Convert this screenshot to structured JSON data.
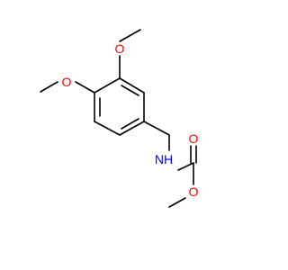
{
  "molecule": {
    "atoms": {
      "o_methoxy_upper": {
        "symbol": "O",
        "color": "#ff0000"
      },
      "o_methoxy_left": {
        "symbol": "O",
        "color": "#ff0000"
      },
      "n_amide": {
        "symbol": "NH",
        "color": "#0000ff"
      },
      "o_carbonyl": {
        "symbol": "O",
        "color": "#ff0000"
      },
      "o_ester": {
        "symbol": "O",
        "color": "#ff0000"
      }
    },
    "bond_color": "#000000"
  }
}
